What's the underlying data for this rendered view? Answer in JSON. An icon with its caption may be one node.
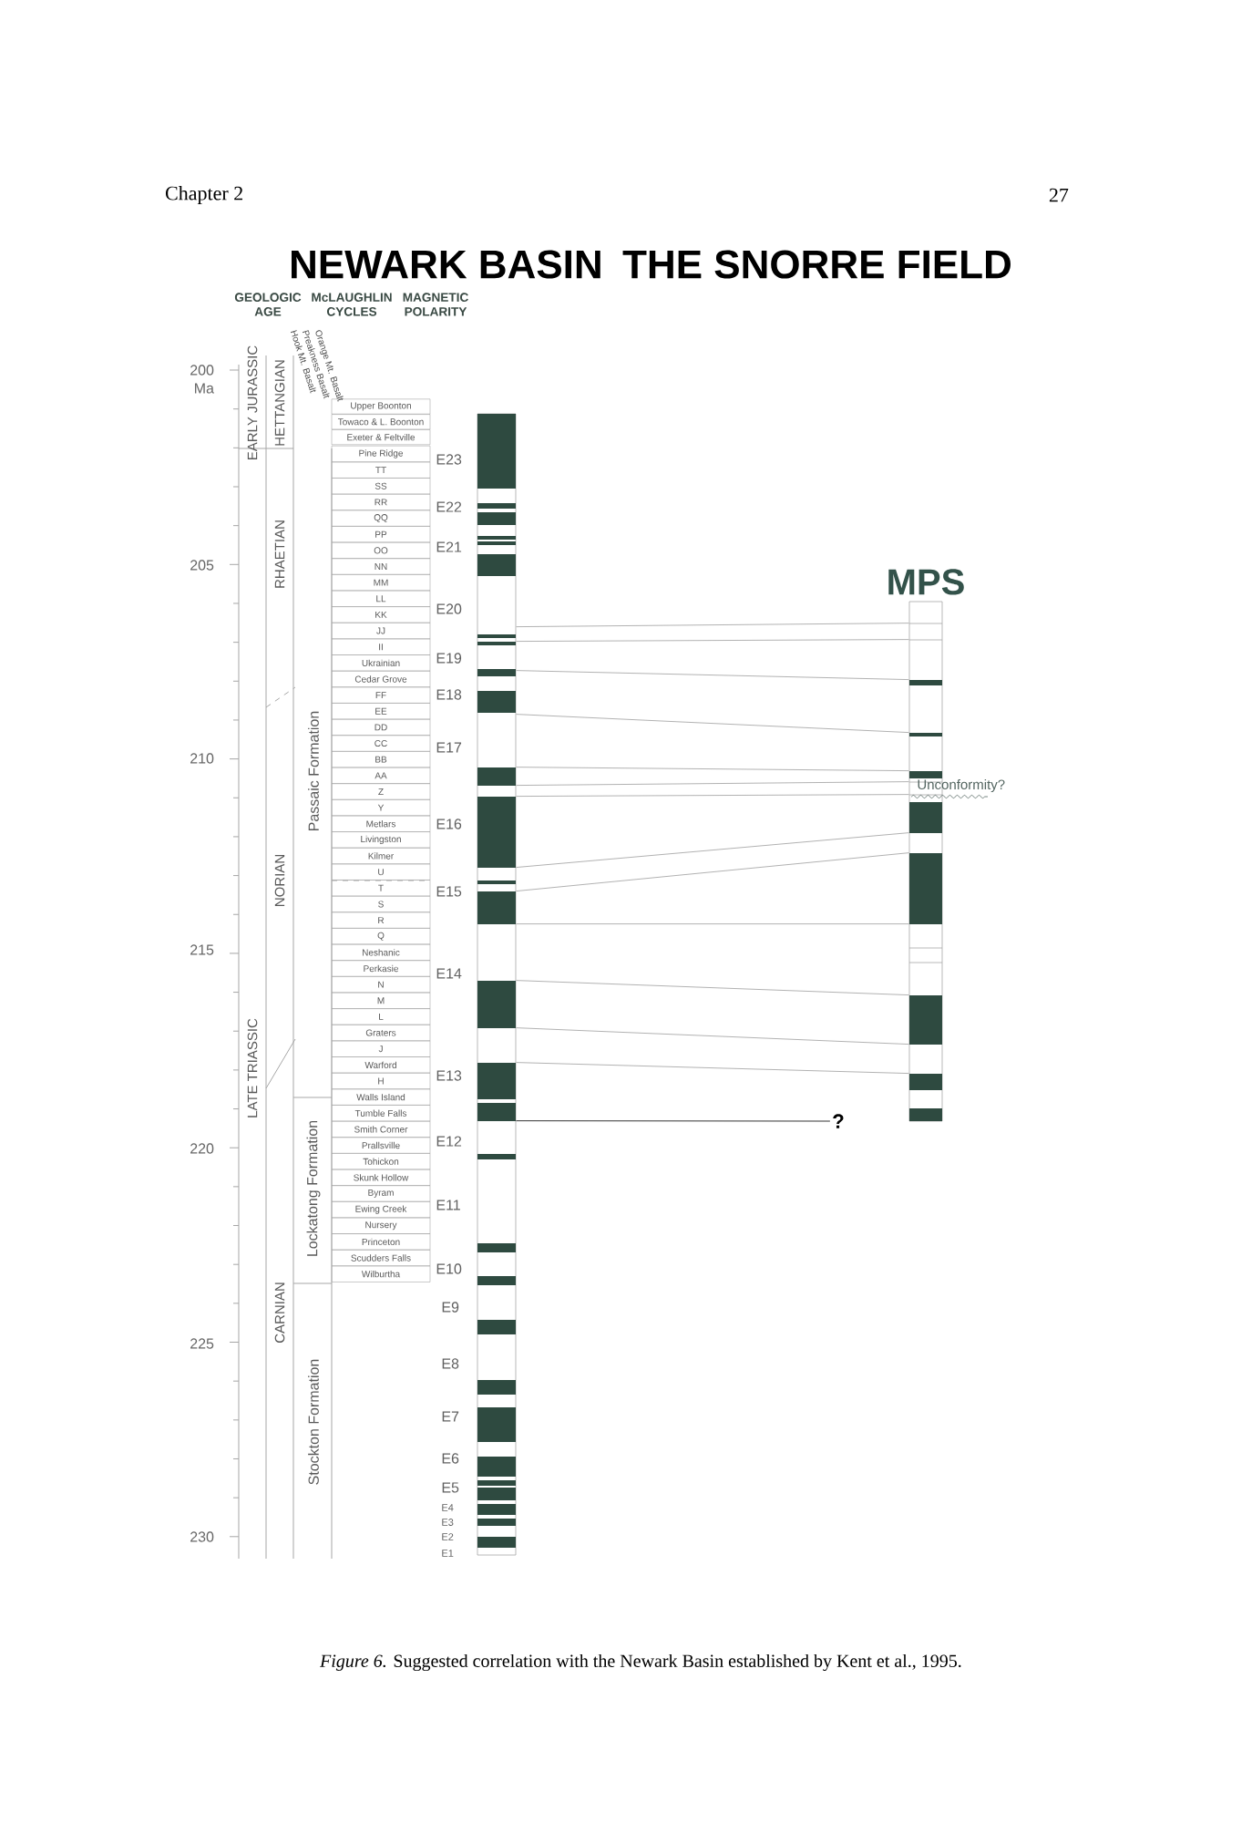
{
  "diagram": {
    "caption": "*Figure 6.* Suggested correlation with the Newark Basin established by Kent et al., 1995.",
    "labels": [
      "Chapter 2",
      "27",
      "NEWARK BASIN",
      "THE SNORRE FIELD",
      "GEOLOGIC AGE",
      "McLAUGHLIN CYCLES",
      "MAGNETIC POLARITY",
      "200",
      "Ma",
      "205",
      "210",
      "215",
      "220",
      "225",
      "230",
      "EARLY JURASSIC",
      "HETTANGIAN",
      "RHAETIAN",
      "NORIAN",
      "LATE TRIASSIC",
      "CARNIAN",
      "Hook Mt. Basalt",
      "Preakness Basalt",
      "Orange Mt. Basalt",
      "Passaic Formation",
      "Lockatong Formation",
      "Stockton Formation",
      "Upper Boonton",
      "Towaco & L. Boonton",
      "Exeter & Feltville",
      "Pine Ridge",
      "TT",
      "SS",
      "RR",
      "QQ",
      "PP",
      "OO",
      "NN",
      "MM",
      "LL",
      "KK",
      "JJ",
      "II",
      "Ukrainian",
      "Cedar Grove",
      "FF",
      "EE",
      "DD",
      "CC",
      "BB",
      "AA",
      "Z",
      "Y",
      "Metlars",
      "Livingston",
      "Kilmer",
      "U",
      "T",
      "S",
      "R",
      "Q",
      "Neshanic",
      "Perkasie",
      "N",
      "M",
      "L",
      "Graters",
      "J",
      "Warford",
      "H",
      "Walls Island",
      "Tumble Falls",
      "Smith Corner",
      "Prallsville",
      "Tohickon",
      "Skunk Hollow",
      "Byram",
      "Ewing Creek",
      "Nursery",
      "Princeton",
      "Scudders Falls",
      "Wilburtha",
      "E23",
      "E22",
      "E21",
      "E20",
      "E19",
      "E18",
      "E17",
      "E16",
      "E15",
      "E14",
      "E13",
      "E12",
      "E11",
      "E10",
      "E9",
      "E8",
      "E7",
      "E6",
      "E5",
      "E4",
      "E3",
      "E2",
      "E1",
      "Unconformity?"
    ],
    "nodes": [
      {
        "text": [],
        "shape": "bar"
      },
      {
        "text": [
          "MPS"
        ]
      },
      {
        "text": [
          "?"
        ]
      }
    ],
    "edges": [
      {
        "from": 0,
        "to": 1,
        "arrow": "none"
      },
      {
        "from": 0,
        "to": 1,
        "arrow": "none"
      },
      {
        "from": 0,
        "to": 1,
        "arrow": "none"
      },
      {
        "from": 0,
        "to": 1,
        "arrow": "none"
      },
      {
        "from": 0,
        "to": 1,
        "arrow": "none"
      },
      {
        "from": 0,
        "to": 1,
        "arrow": "none"
      },
      {
        "from": 0,
        "to": 1,
        "arrow": "none"
      },
      {
        "from": 0,
        "to": 1,
        "arrow": "none"
      },
      {
        "from": 0,
        "to": 1,
        "arrow": "none"
      },
      {
        "from": 0,
        "to": 1,
        "arrow": "none"
      },
      {
        "from": 0,
        "to": 1,
        "arrow": "none"
      },
      {
        "from": 0,
        "to": 1,
        "arrow": "none"
      },
      {
        "from": 0,
        "to": 1,
        "arrow": "none"
      },
      {
        "from": 0,
        "to": 2,
        "arrow": "none",
        "color": "#333333"
      }
    ]
  }
}
